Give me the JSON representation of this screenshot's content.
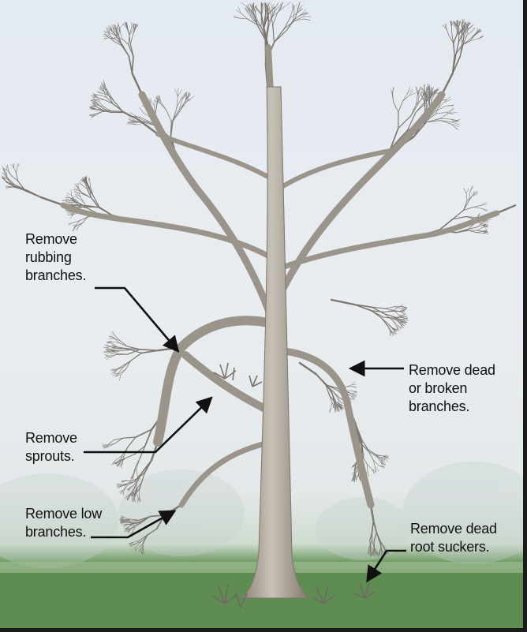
{
  "callouts": {
    "rubbing": "Remove\nrubbing\nbranches.",
    "sprouts": "Remove\nsprouts.",
    "low": "Remove low\nbranches.",
    "dead_broken": "Remove dead\nor broken\nbranches.",
    "root_suckers": "Remove dead\nroot suckers."
  },
  "colors": {
    "sky": "#e4eaf1",
    "grass": "#5b8a4f",
    "trunk": "#a8a096",
    "arrow": "#111111"
  }
}
